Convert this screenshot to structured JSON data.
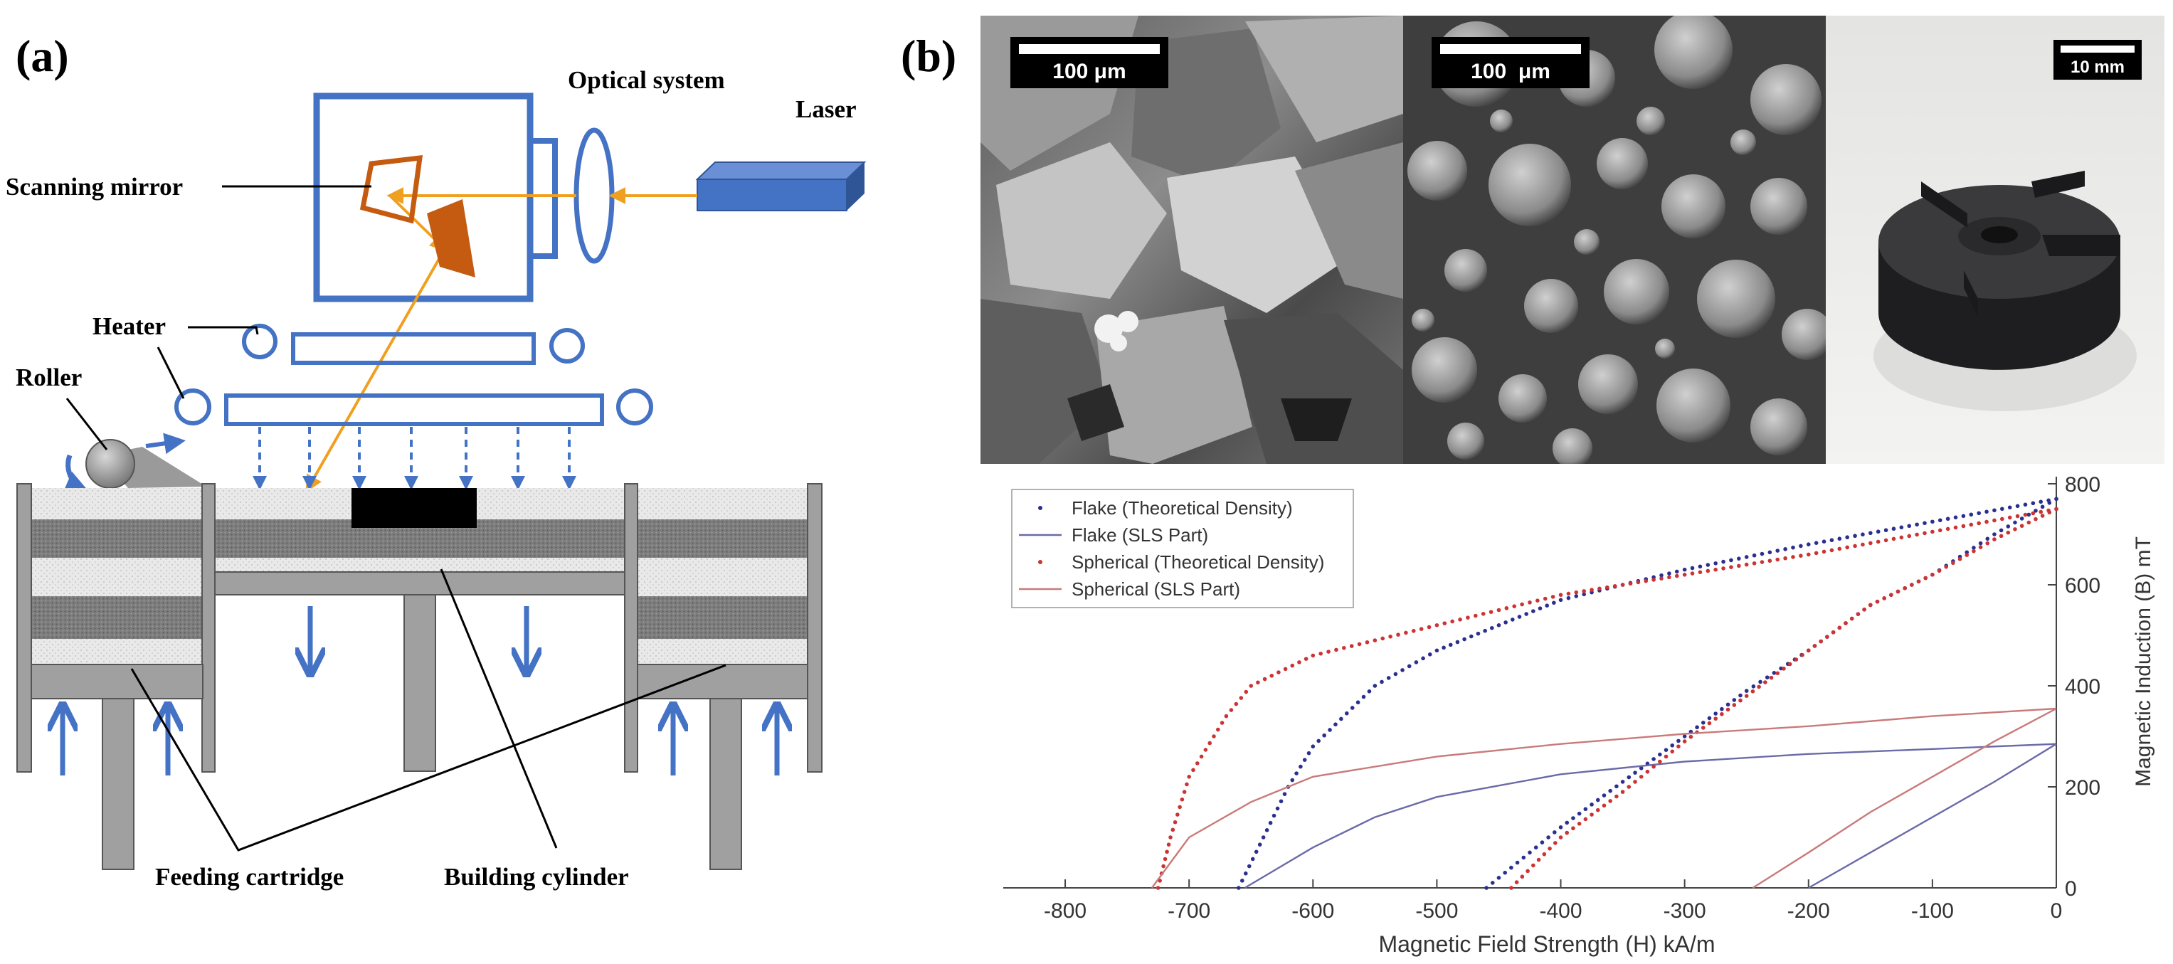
{
  "panel_a": {
    "label": "(a)",
    "labels": {
      "optical_system": "Optical system",
      "laser": "Laser",
      "scanning_mirror": "Scanning mirror",
      "heater": "Heater",
      "roller": "Roller",
      "feeding_cartridge": "Feeding cartridge",
      "building_cylinder": "Building cylinder"
    }
  },
  "panel_b": {
    "label": "(b)",
    "images": [
      {
        "name": "sem-flake-image",
        "scale_bar": "100 μm"
      },
      {
        "name": "sem-spherical-image",
        "scale_bar": "100  μm"
      },
      {
        "name": "printed-part-photo",
        "scale_bar": "10 mm"
      }
    ]
  },
  "chart_data": {
    "type": "line",
    "xlabel": "Magnetic Field Strength (H) kA/m",
    "ylabel": "Magnetic Induction (B) mT",
    "xlim": [
      -850,
      0
    ],
    "ylim": [
      0,
      800
    ],
    "xticks": [
      -800,
      -700,
      -600,
      -500,
      -400,
      -300,
      -200,
      -100,
      0
    ],
    "yticks": [
      0,
      200,
      400,
      600,
      800
    ],
    "legend_position": "top-left",
    "grid": false,
    "series": [
      {
        "name": "Flake (Theoretical Density)",
        "style": "dotted",
        "color": "#2b2f8f",
        "upper": [
          [
            -660,
            0
          ],
          [
            -640,
            100
          ],
          [
            -620,
            200
          ],
          [
            -600,
            280
          ],
          [
            -550,
            400
          ],
          [
            -500,
            470
          ],
          [
            -450,
            520
          ],
          [
            -400,
            570
          ],
          [
            -300,
            630
          ],
          [
            -200,
            680
          ],
          [
            -100,
            725
          ],
          [
            0,
            770
          ]
        ],
        "lower": [
          [
            -460,
            0
          ],
          [
            -400,
            120
          ],
          [
            -350,
            210
          ],
          [
            -300,
            300
          ],
          [
            -250,
            390
          ],
          [
            -200,
            470
          ],
          [
            -150,
            560
          ],
          [
            -100,
            620
          ],
          [
            -50,
            700
          ],
          [
            0,
            770
          ]
        ]
      },
      {
        "name": "Flake (SLS Part)",
        "style": "solid",
        "color": "#6a6aa8",
        "upper": [
          [
            -655,
            0
          ],
          [
            -600,
            80
          ],
          [
            -550,
            140
          ],
          [
            -500,
            180
          ],
          [
            -400,
            225
          ],
          [
            -300,
            250
          ],
          [
            -200,
            265
          ],
          [
            -100,
            275
          ],
          [
            0,
            285
          ]
        ],
        "lower": [
          [
            -200,
            0
          ],
          [
            -150,
            70
          ],
          [
            -100,
            140
          ],
          [
            -50,
            210
          ],
          [
            0,
            285
          ]
        ]
      },
      {
        "name": "Spherical (Theoretical Density)",
        "style": "dotted",
        "color": "#cc3333",
        "upper": [
          [
            -725,
            0
          ],
          [
            -715,
            100
          ],
          [
            -700,
            220
          ],
          [
            -670,
            340
          ],
          [
            -650,
            400
          ],
          [
            -600,
            460
          ],
          [
            -550,
            490
          ],
          [
            -500,
            520
          ],
          [
            -400,
            580
          ],
          [
            -300,
            620
          ],
          [
            -200,
            660
          ],
          [
            -100,
            705
          ],
          [
            0,
            750
          ]
        ],
        "lower": [
          [
            -440,
            0
          ],
          [
            -400,
            100
          ],
          [
            -350,
            190
          ],
          [
            -300,
            290
          ],
          [
            -250,
            380
          ],
          [
            -200,
            470
          ],
          [
            -150,
            560
          ],
          [
            -100,
            620
          ],
          [
            -50,
            690
          ],
          [
            0,
            750
          ]
        ]
      },
      {
        "name": "Spherical (SLS Part)",
        "style": "solid",
        "color": "#c97a7a",
        "upper": [
          [
            -730,
            0
          ],
          [
            -700,
            100
          ],
          [
            -650,
            170
          ],
          [
            -600,
            220
          ],
          [
            -500,
            260
          ],
          [
            -400,
            285
          ],
          [
            -300,
            305
          ],
          [
            -200,
            320
          ],
          [
            -100,
            340
          ],
          [
            0,
            355
          ]
        ],
        "lower": [
          [
            -245,
            0
          ],
          [
            -200,
            70
          ],
          [
            -150,
            150
          ],
          [
            -100,
            220
          ],
          [
            -50,
            290
          ],
          [
            0,
            355
          ]
        ]
      }
    ]
  }
}
